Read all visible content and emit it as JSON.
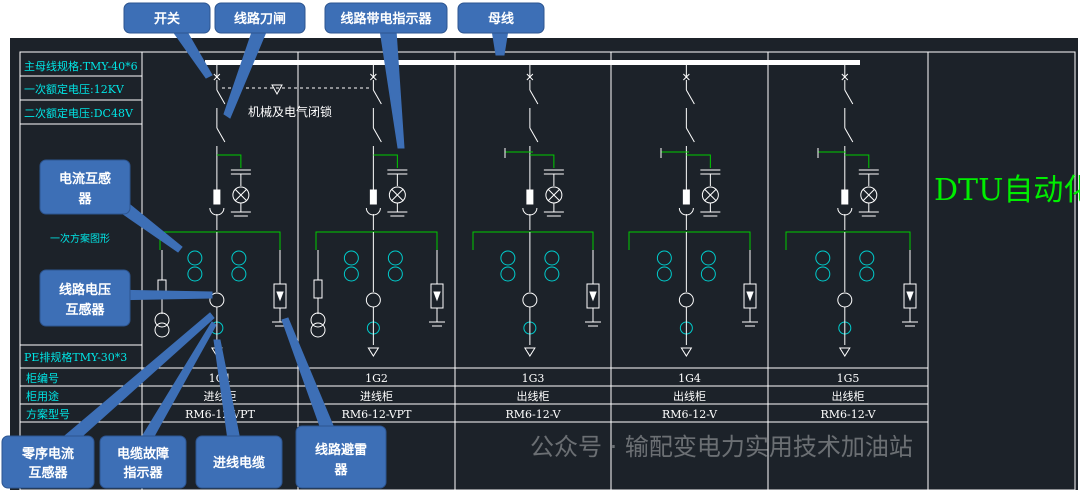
{
  "info_panel": {
    "main_bus_spec": "主母线规格:TMY-40*6",
    "primary_voltage": "一次额定电压:12KV",
    "secondary_voltage": "二次额定电压:DC48V",
    "scheme_label": "一次方案图形",
    "pe_bar_spec": "PE排规格TMY-30*3"
  },
  "interlock_label": "机械及电气闭锁",
  "dtu_label": "DTU自动化",
  "table_row_labels": [
    "柜编号",
    "柜用途",
    "方案型号"
  ],
  "cabinets": [
    {
      "id": "1G1",
      "usage": "进线柜",
      "model": "RM6-12-VPT",
      "has_pt": true
    },
    {
      "id": "1G2",
      "usage": "进线柜",
      "model": "RM6-12-VPT",
      "has_pt": true
    },
    {
      "id": "1G3",
      "usage": "出线柜",
      "model": "RM6-12-V",
      "has_pt": false
    },
    {
      "id": "1G4",
      "usage": "出线柜",
      "model": "RM6-12-V",
      "has_pt": false
    },
    {
      "id": "1G5",
      "usage": "出线柜",
      "model": "RM6-12-V",
      "has_pt": false
    }
  ],
  "callouts": {
    "switch": "开关",
    "line_knife": "线路刀闸",
    "live_indicator": "线路带电指示器",
    "busbar": "母线",
    "ct": [
      "电流互感",
      "器"
    ],
    "line_pt": [
      "线路电压",
      "互感器"
    ],
    "zero_ct": [
      "零序电流",
      "互感器"
    ],
    "fault_indicator": [
      "电缆故障",
      "指示器"
    ],
    "incoming_cable": "进线电缆",
    "arrester": [
      "线路避雷",
      "器"
    ]
  },
  "watermark": "公众号 · 输配变电力实用技术加油站",
  "colors": {
    "background": "#1c2229",
    "frame": "#ffffff",
    "info_text": "#00e5e5",
    "ct_symbol": "#00cccc",
    "green_wire": "#00cc00",
    "dtu_text": "#00ee00",
    "callout_fill": "#3d6fb6",
    "callout_text": "#ffffff"
  }
}
